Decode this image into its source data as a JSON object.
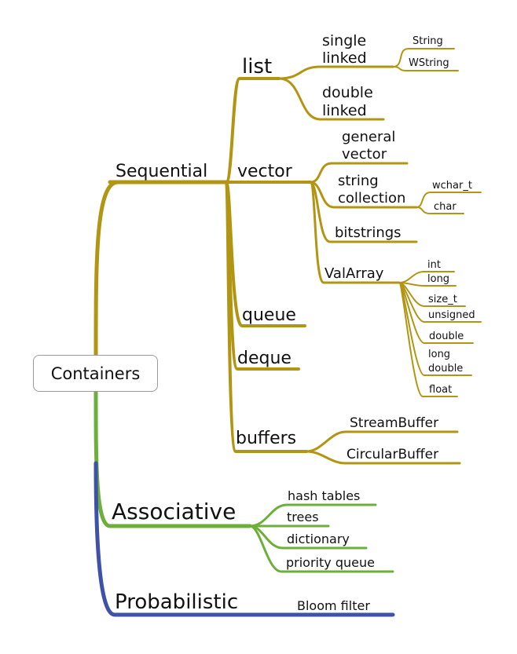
{
  "title": "Containers",
  "colors": {
    "sequential": "#B19513",
    "associative": "#6CAF3A",
    "probabilistic": "#3E52A8",
    "root_border": "#9A9A9A"
  },
  "nodes": {
    "sequential": "Sequential",
    "associative": "Associative",
    "probabilistic": "Probabilistic",
    "list": "list",
    "single_linked_1": "single",
    "single_linked_2": "linked",
    "string": "String",
    "wstring": "WString",
    "double_linked_1": "double",
    "double_linked_2": "linked",
    "vector": "vector",
    "general_vector_1": "general",
    "general_vector_2": "vector",
    "string_collection_1": "string",
    "string_collection_2": "collection",
    "wchar_t": "wchar_t",
    "char": "char",
    "bitstrings": "bitstrings",
    "valarray": "ValArray",
    "int": "int",
    "long": "long",
    "size_t": "size_t",
    "unsigned": "unsigned",
    "double": "double",
    "long_double_1": "long",
    "long_double_2": "double",
    "float": "float",
    "queue": "queue",
    "deque": "deque",
    "buffers": "buffers",
    "stream_buffer": "StreamBuffer",
    "circular_buffer": "CircularBuffer",
    "hash_tables": "hash tables",
    "trees": "trees",
    "dictionary": "dictionary",
    "priority_queue": "priority queue",
    "bloom_filter": "Bloom filter"
  }
}
